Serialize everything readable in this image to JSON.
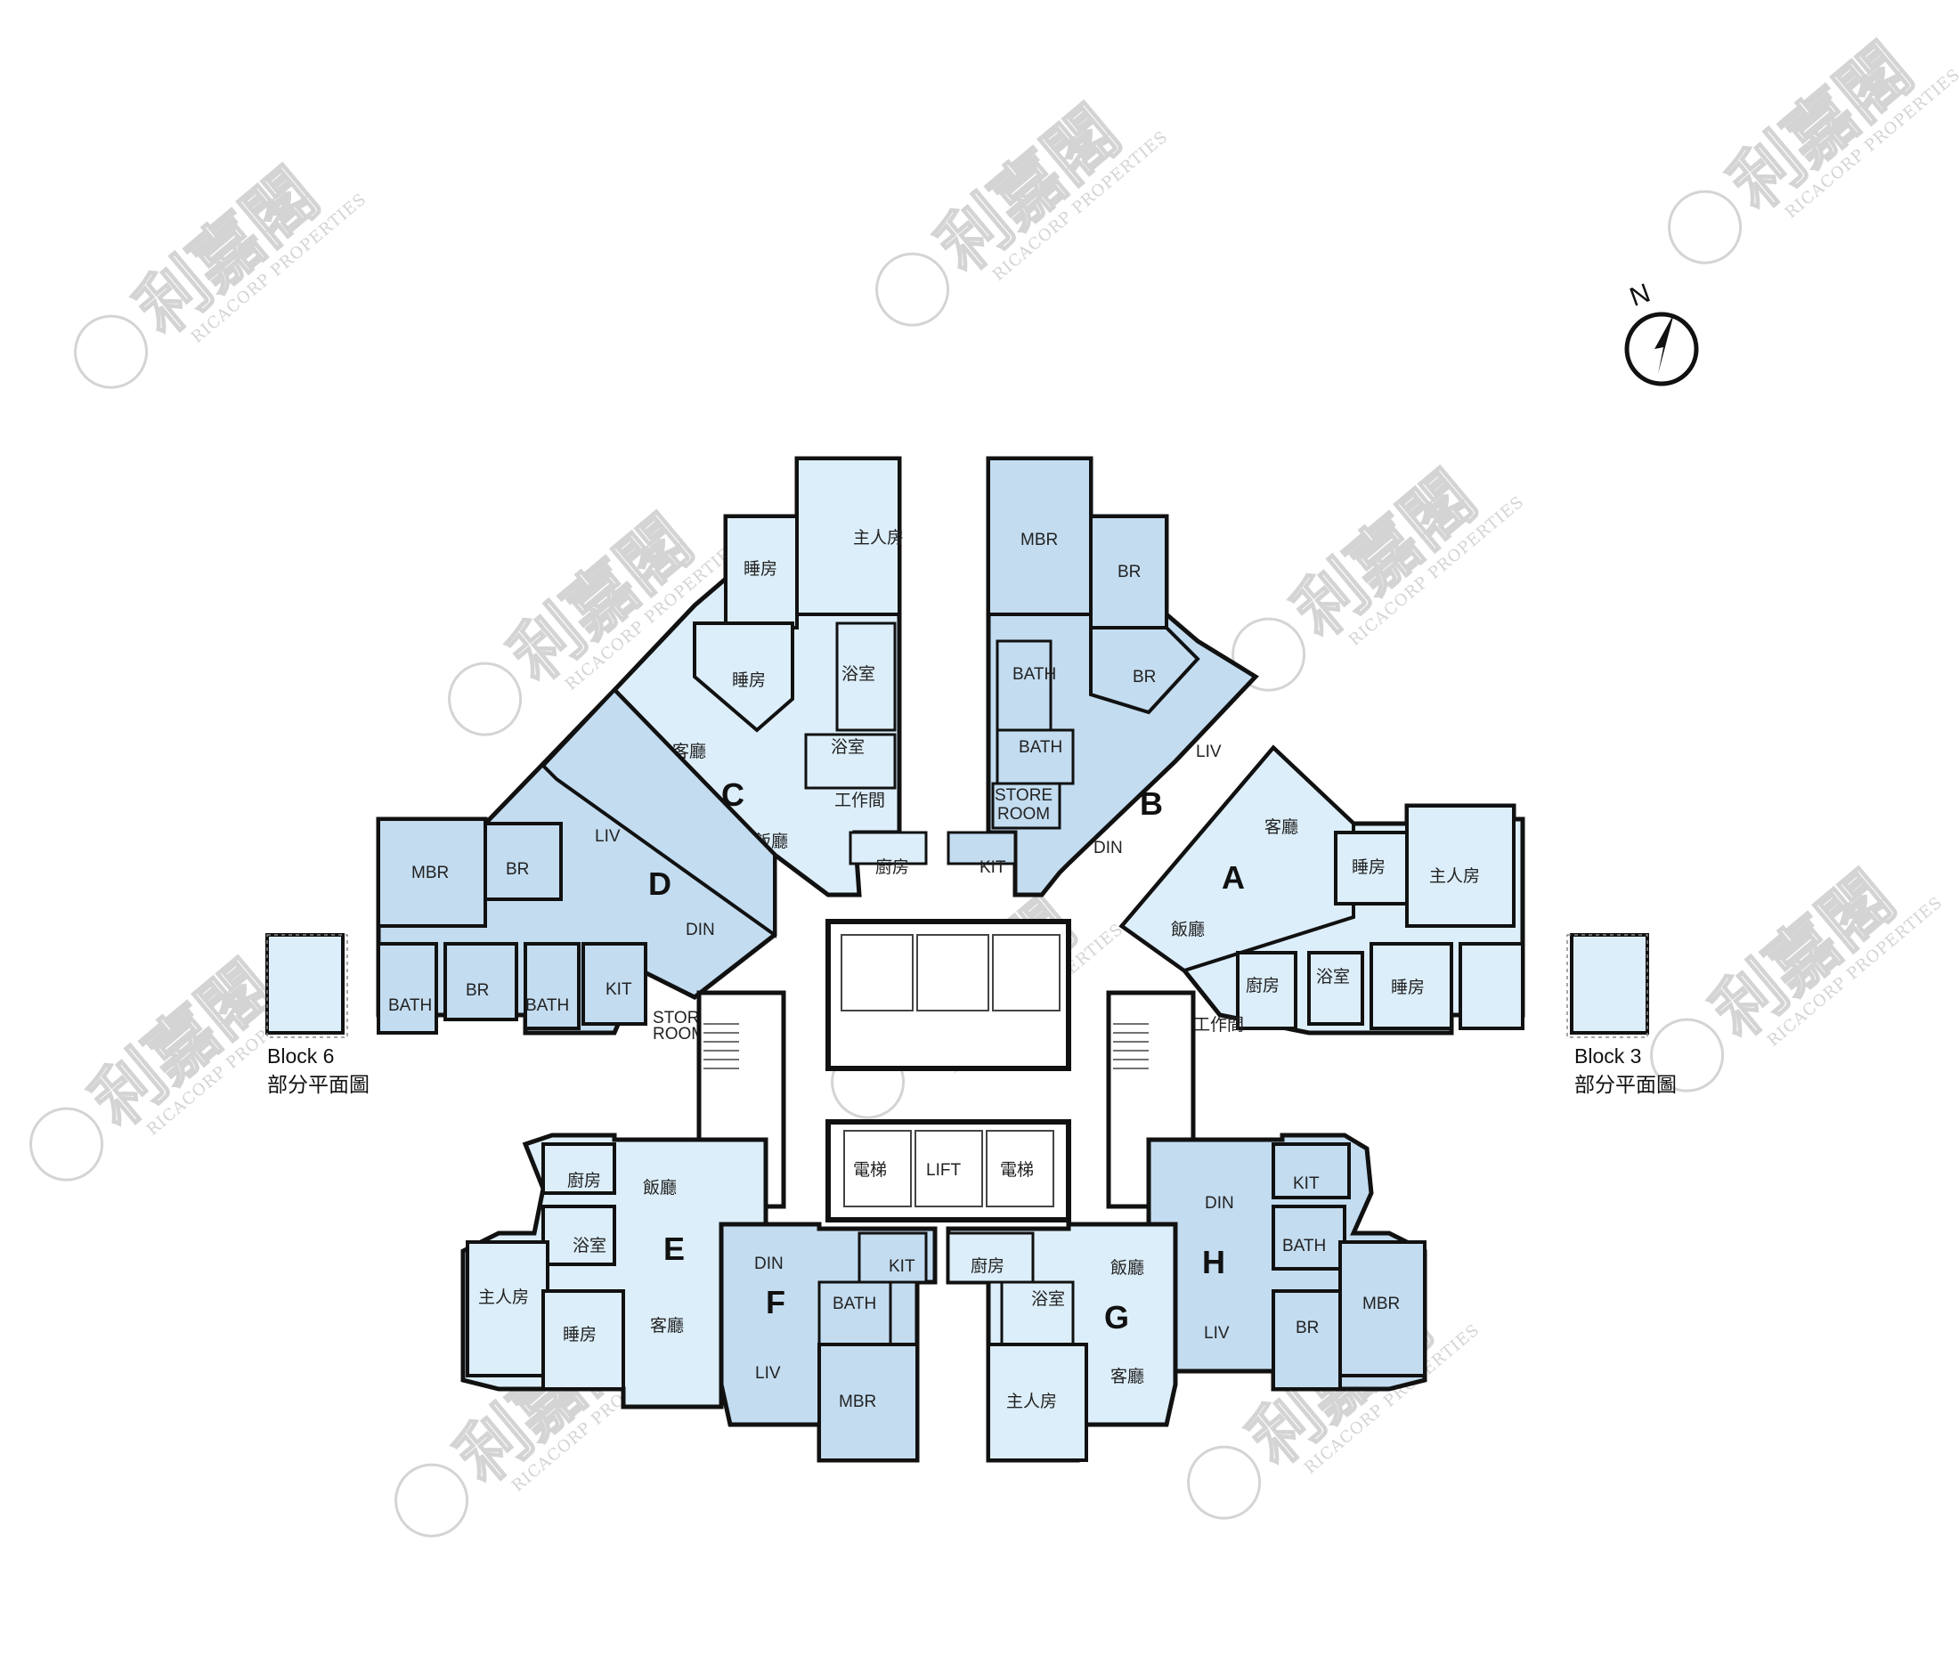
{
  "compass": {
    "label": "N"
  },
  "watermark": {
    "chinese": "利嘉閣",
    "english": "RICACORP PROPERTIES"
  },
  "colors": {
    "light_blue": "#dceef9",
    "mid_blue": "#c3dcf0",
    "wall": "#111111",
    "outline": "#666666",
    "watermark": "#d4d4d4"
  },
  "blocks": {
    "left": {
      "name": "Block 6",
      "caption": "部分平面圖"
    },
    "right": {
      "name": "Block 3",
      "caption": "部分平面圖"
    }
  },
  "core": {
    "lift_left": "電梯",
    "lift_center": "LIFT",
    "lift_right": "電梯"
  },
  "units": {
    "A": {
      "letter": "A",
      "living": "客廳",
      "dining": "飯廳",
      "bedroom1": "睡房",
      "bedroom2": "睡房",
      "master": "主人房",
      "kitchen": "廚房",
      "bath": "浴室",
      "utility": "工作間"
    },
    "B": {
      "letter": "B",
      "master": "MBR",
      "bedroom1": "BR",
      "bedroom2": "BR",
      "bath1": "BATH",
      "bath2": "BATH",
      "store_line1": "STORE",
      "store_line2": "ROOM",
      "living": "LIV",
      "dining": "DIN",
      "kitchen": "KIT"
    },
    "C": {
      "letter": "C",
      "master": "主人房",
      "bedroom1": "睡房",
      "bedroom2": "睡房",
      "bath1": "浴室",
      "bath2": "浴室",
      "utility": "工作間",
      "living": "客廳",
      "dining": "飯廳",
      "kitchen": "廚房"
    },
    "D": {
      "letter": "D",
      "master": "MBR",
      "bedroom1": "BR",
      "bedroom2": "BR",
      "living": "LIV",
      "dining": "DIN",
      "bath1": "BATH",
      "bath2": "BATH",
      "kitchen": "KIT",
      "store_line1": "STORE",
      "store_line2": "ROOM"
    },
    "E": {
      "letter": "E",
      "kitchen": "廚房",
      "dining": "飯廳",
      "bath": "浴室",
      "master": "主人房",
      "bedroom": "睡房",
      "living": "客廳"
    },
    "F": {
      "letter": "F",
      "dining": "DIN",
      "kitchen": "KIT",
      "bath": "BATH",
      "living": "LIV",
      "master": "MBR"
    },
    "G": {
      "letter": "G",
      "kitchen": "廚房",
      "dining": "飯廳",
      "bath": "浴室",
      "master": "主人房",
      "living": "客廳"
    },
    "H": {
      "letter": "H",
      "kitchen": "KIT",
      "dining": "DIN",
      "bath": "BATH",
      "bedroom": "BR",
      "master": "MBR",
      "living": "LIV"
    }
  }
}
